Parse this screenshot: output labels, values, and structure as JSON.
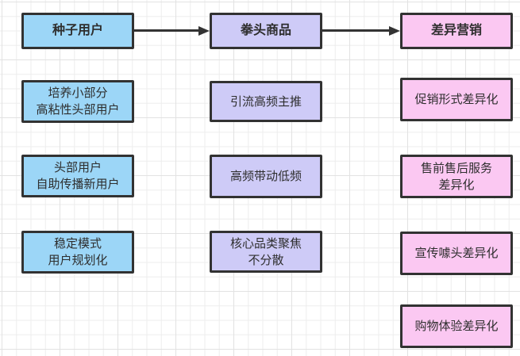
{
  "diagram": {
    "columns": [
      {
        "name": "seed-users",
        "color": "#9CD6F7",
        "header": "种子用户",
        "items": [
          {
            "text": "培养小部分\n高粘性头部用户"
          },
          {
            "text": "头部用户\n自助传播新用户"
          },
          {
            "text": "稳定模式\n用户规划化"
          }
        ]
      },
      {
        "name": "flagship-products",
        "color": "#CECBF7",
        "header": "拳头商品",
        "items": [
          {
            "text": "引流高频主推"
          },
          {
            "text": "高频带动低频"
          },
          {
            "text": "核心品类聚焦\n不分散"
          }
        ]
      },
      {
        "name": "differentiated-marketing",
        "color": "#FBC8F2",
        "header": "差异营销",
        "items": [
          {
            "text": "促销形式差异化"
          },
          {
            "text": "售前售后服务\n差异化"
          },
          {
            "text": "宣传噱头差异化"
          },
          {
            "text": "购物体验差异化"
          }
        ]
      }
    ],
    "arrows": [
      {
        "from": "种子用户",
        "to": "拳头商品"
      },
      {
        "from": "拳头商品",
        "to": "差异营销"
      }
    ],
    "colors": {
      "node_border": "#323232",
      "arrow": "#333333",
      "text": "#2e2e2e",
      "grid_minor": "#ededed",
      "grid_major": "#e2e2e2",
      "canvas_bg": "#ffffff"
    }
  }
}
